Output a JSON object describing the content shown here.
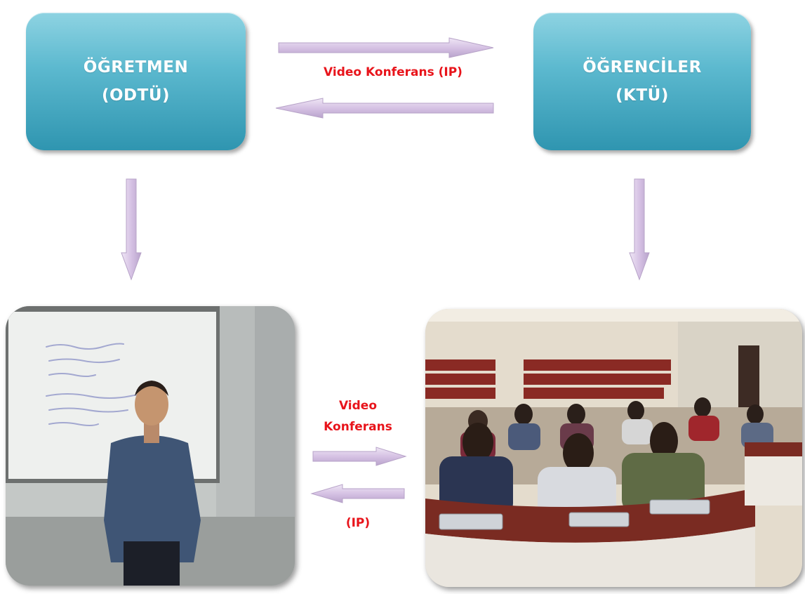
{
  "teacher": {
    "title": "ÖĞRETMEN",
    "subtitle": "(ODTÜ)"
  },
  "students": {
    "title": "ÖĞRENCİLER",
    "subtitle": "(KTÜ)"
  },
  "labels": {
    "top": "Video Konferans (IP)",
    "middle_line1": "Video",
    "middle_line2": "Konferans",
    "bottom": "(IP)"
  },
  "colors": {
    "box": "#4aaec6",
    "arrow": "#d9c7e6",
    "label": "#e8141b"
  }
}
